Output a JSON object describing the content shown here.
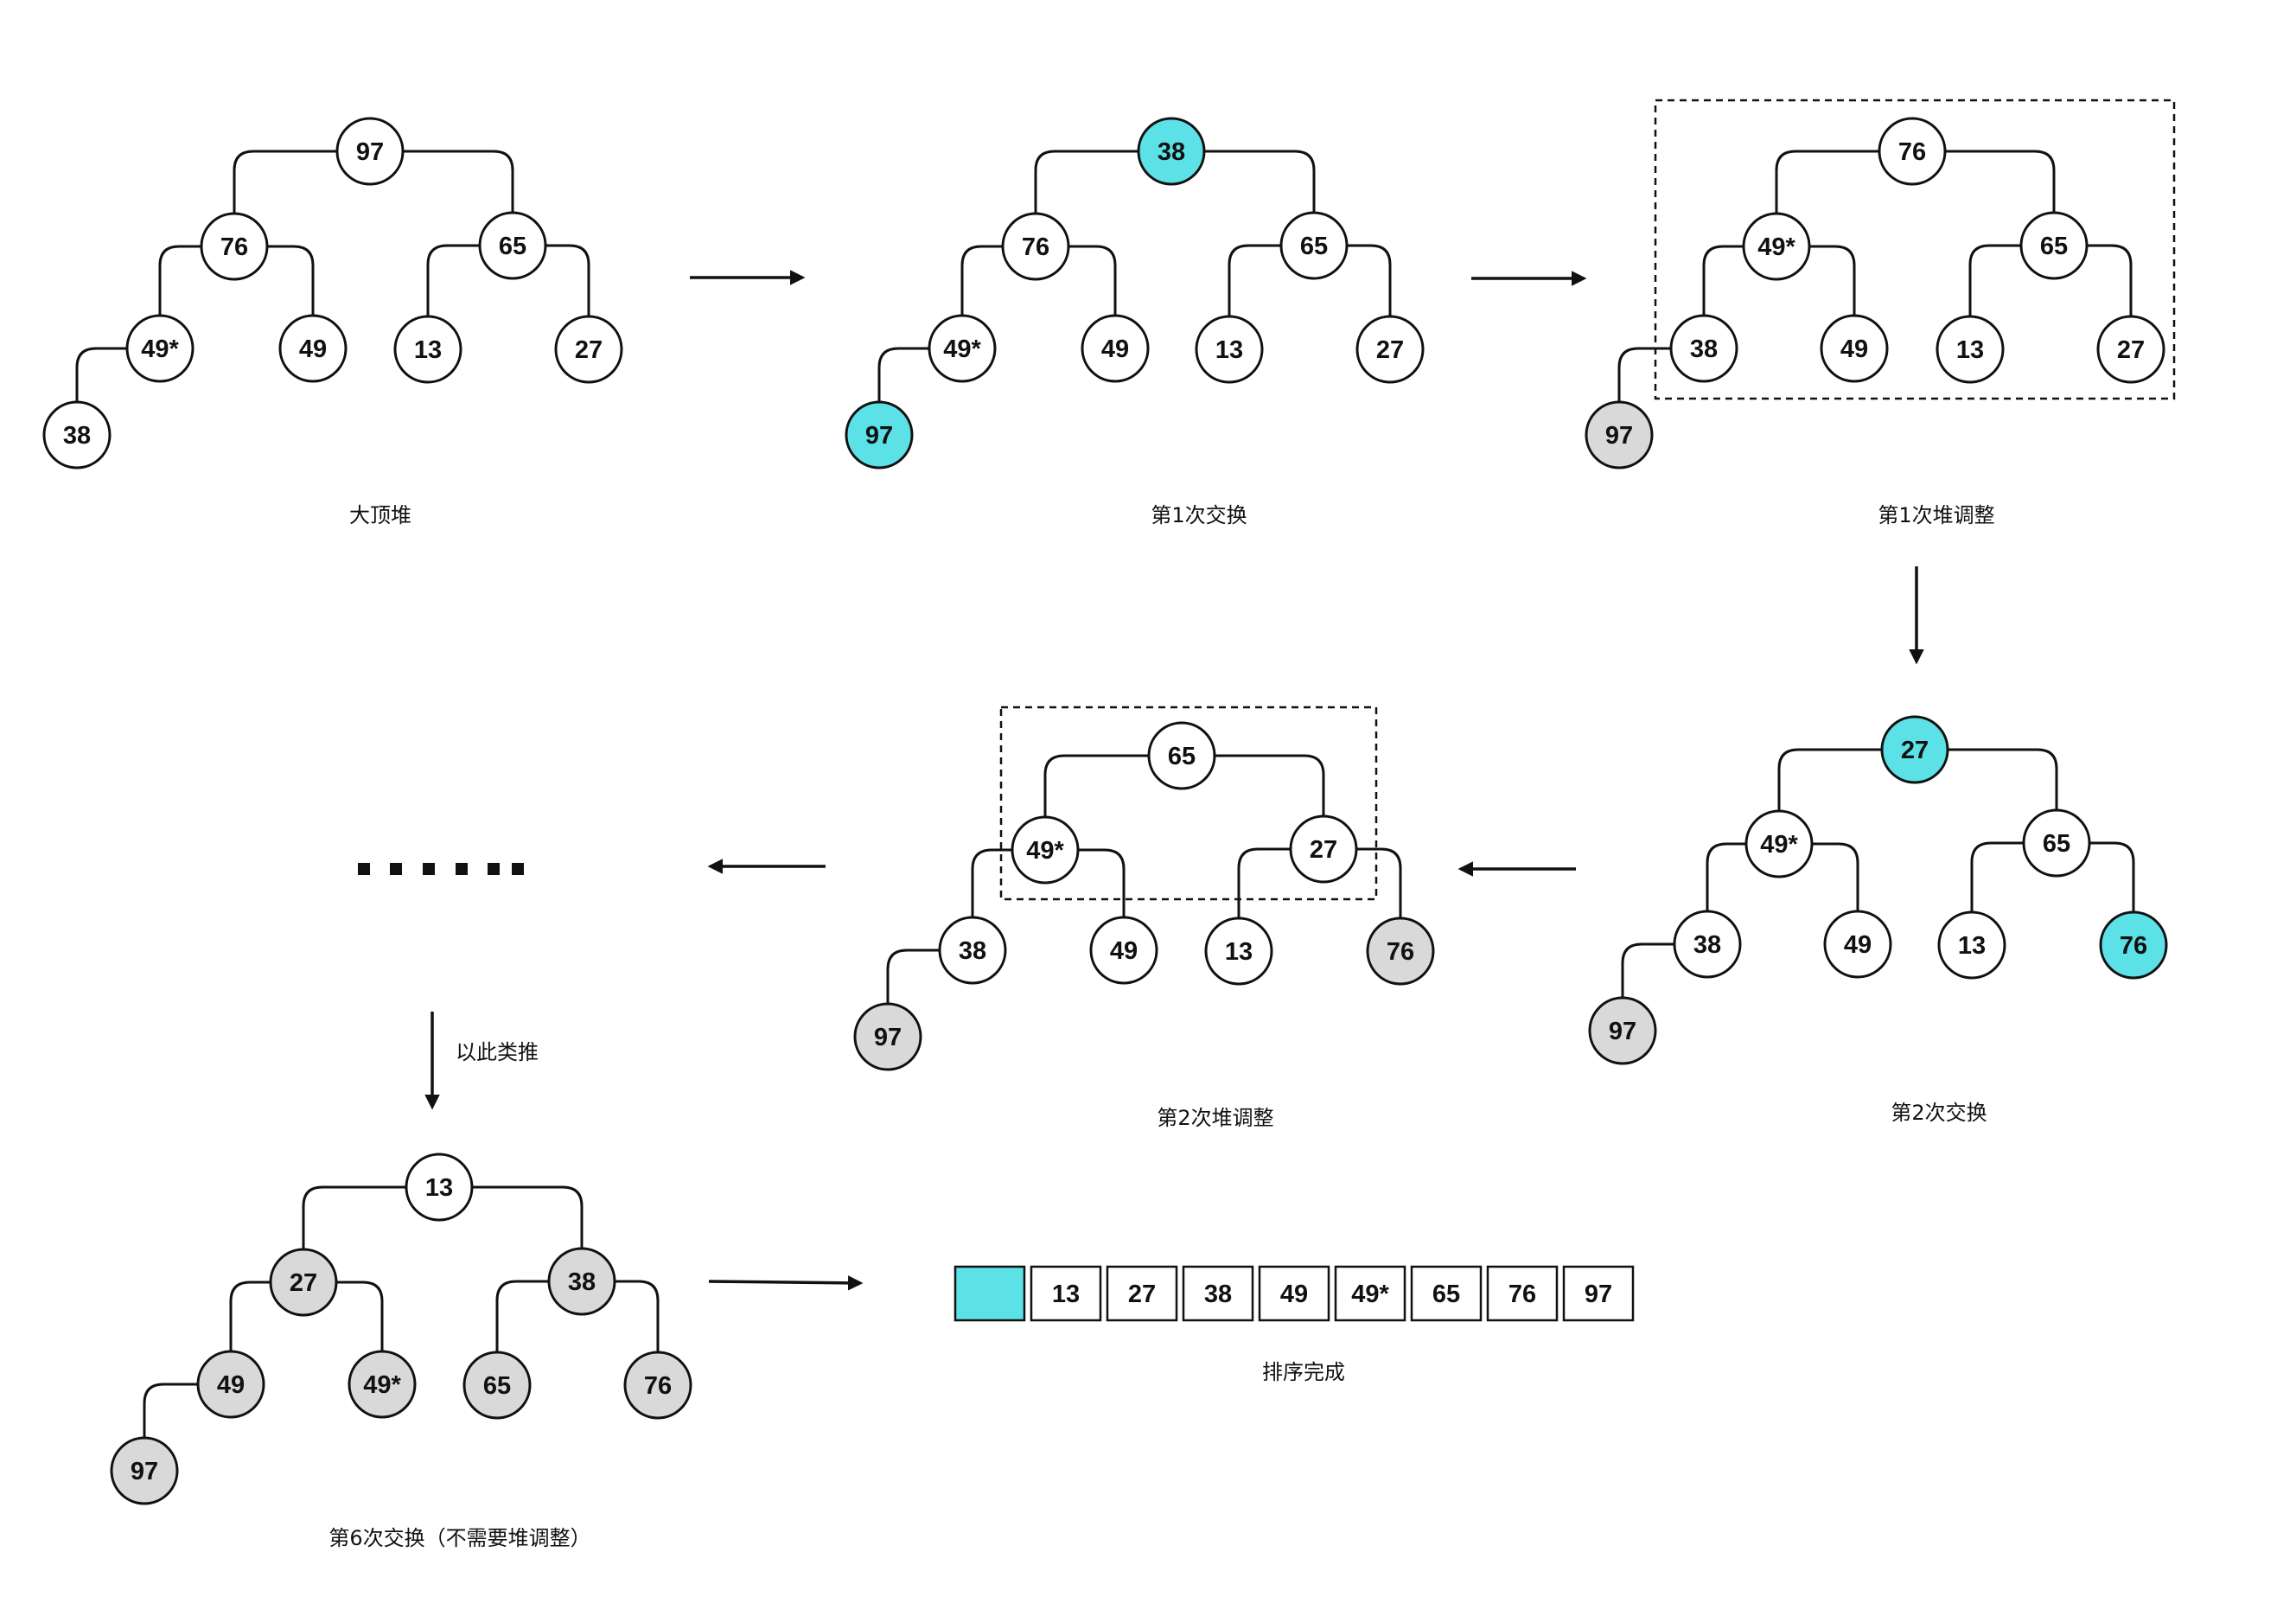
{
  "colors": {
    "swap": "#5ce1e6",
    "sorted": "#d9d9d9",
    "normal": "#ffffff",
    "line": "#111111"
  },
  "trees": [
    {
      "id": "max-heap",
      "caption": "大顶堆",
      "nodes": [
        {
          "label": "97",
          "state": "normal"
        },
        {
          "label": "76",
          "state": "normal"
        },
        {
          "label": "65",
          "state": "normal"
        },
        {
          "label": "49*",
          "state": "normal"
        },
        {
          "label": "49",
          "state": "normal"
        },
        {
          "label": "13",
          "state": "normal"
        },
        {
          "label": "27",
          "state": "normal"
        },
        {
          "label": "38",
          "state": "normal"
        }
      ]
    },
    {
      "id": "swap-1",
      "caption": "第1次交换",
      "nodes": [
        {
          "label": "38",
          "state": "swap"
        },
        {
          "label": "76",
          "state": "normal"
        },
        {
          "label": "65",
          "state": "normal"
        },
        {
          "label": "49*",
          "state": "normal"
        },
        {
          "label": "49",
          "state": "normal"
        },
        {
          "label": "13",
          "state": "normal"
        },
        {
          "label": "27",
          "state": "normal"
        },
        {
          "label": "97",
          "state": "swap"
        }
      ]
    },
    {
      "id": "adjust-1",
      "caption": "第1次堆调整",
      "nodes": [
        {
          "label": "76",
          "state": "normal"
        },
        {
          "label": "49*",
          "state": "normal"
        },
        {
          "label": "65",
          "state": "normal"
        },
        {
          "label": "38",
          "state": "normal"
        },
        {
          "label": "49",
          "state": "normal"
        },
        {
          "label": "13",
          "state": "normal"
        },
        {
          "label": "27",
          "state": "normal"
        },
        {
          "label": "97",
          "state": "sorted"
        }
      ]
    },
    {
      "id": "swap-2",
      "caption": "第2次交换",
      "nodes": [
        {
          "label": "27",
          "state": "swap"
        },
        {
          "label": "49*",
          "state": "normal"
        },
        {
          "label": "65",
          "state": "normal"
        },
        {
          "label": "38",
          "state": "normal"
        },
        {
          "label": "49",
          "state": "normal"
        },
        {
          "label": "13",
          "state": "normal"
        },
        {
          "label": "76",
          "state": "swap"
        },
        {
          "label": "97",
          "state": "sorted"
        }
      ]
    },
    {
      "id": "adjust-2",
      "caption": "第2次堆调整",
      "nodes": [
        {
          "label": "65",
          "state": "normal"
        },
        {
          "label": "49*",
          "state": "normal"
        },
        {
          "label": "27",
          "state": "normal"
        },
        {
          "label": "38",
          "state": "normal"
        },
        {
          "label": "49",
          "state": "normal"
        },
        {
          "label": "13",
          "state": "normal"
        },
        {
          "label": "76",
          "state": "sorted"
        },
        {
          "label": "97",
          "state": "sorted"
        }
      ]
    },
    {
      "id": "swap-6",
      "caption": "第6次交换（不需要堆调整）",
      "nodes": [
        {
          "label": "13",
          "state": "normal"
        },
        {
          "label": "27",
          "state": "sorted"
        },
        {
          "label": "38",
          "state": "sorted"
        },
        {
          "label": "49",
          "state": "sorted"
        },
        {
          "label": "49*",
          "state": "sorted"
        },
        {
          "label": "65",
          "state": "sorted"
        },
        {
          "label": "76",
          "state": "sorted"
        },
        {
          "label": "97",
          "state": "sorted"
        }
      ]
    }
  ],
  "ellipsis_label": "以此类推",
  "result": {
    "caption": "排序完成",
    "cells": [
      "",
      "13",
      "27",
      "38",
      "49",
      "49*",
      "65",
      "76",
      "97"
    ]
  }
}
